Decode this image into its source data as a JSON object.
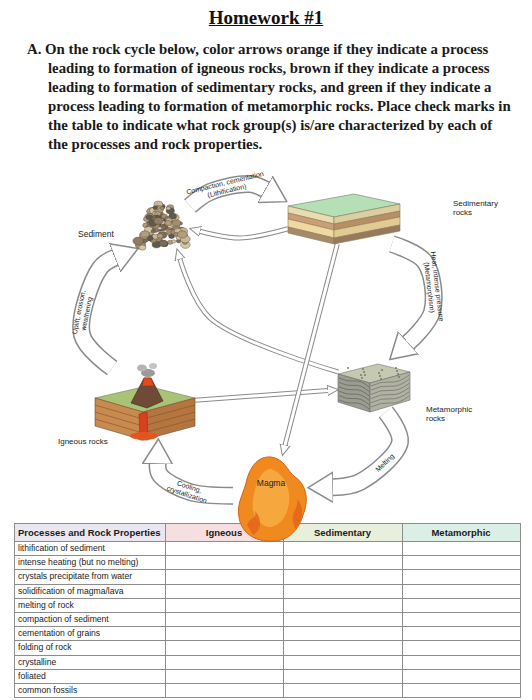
{
  "diagram": {
    "title": "Homework #1",
    "nodes": [
      {
        "text": [
          "Sediment"
        ]
      },
      {
        "text": [
          "Sedimentary rocks"
        ]
      },
      {
        "text": [
          "Igneous rocks"
        ]
      },
      {
        "text": [
          "Metamorphic rocks"
        ]
      },
      {
        "text": [
          "Magma"
        ]
      }
    ],
    "edges": [
      {
        "from": 0,
        "to": 1,
        "label": "Compaction, cementation (Lithification)",
        "arrow": "to"
      },
      {
        "from": 1,
        "to": 3,
        "label": "Heat, intense pressure (Metamorphism)",
        "arrow": "to"
      },
      {
        "from": 3,
        "to": 4,
        "label": "Melting",
        "arrow": "to"
      },
      {
        "from": 4,
        "to": 2,
        "label": "Cooling, crystallization",
        "arrow": "to"
      },
      {
        "from": 2,
        "to": 0,
        "label": "Uplift, erosion, weathering",
        "arrow": "to"
      },
      {
        "from": 1,
        "to": 0,
        "arrow": "to"
      },
      {
        "from": 3,
        "to": 0,
        "arrow": "to"
      },
      {
        "from": 2,
        "to": 3,
        "arrow": "to"
      },
      {
        "from": 1,
        "to": 4,
        "arrow": "to"
      }
    ],
    "labels": [
      "A. On the rock cycle below, color arrows orange if they indicate a process leading to formation of igneous rocks, brown if they indicate a process leading to formation of sedimentary rocks, and green if they indicate a process leading to formation of metamorphic rocks. Place check marks in the table to indicate what rock group(s) is/are characterized by each of the processes and rock properties.",
      "Processes and Rock Properties",
      "Igneous",
      "Sedimentary",
      "Metamorphic",
      "lithification of sediment",
      "intense heating (but no melting)",
      "crystals precipitate from water",
      "solidification of magma/lava",
      "melting of rock",
      "compaction of sediment",
      "cementation of grains",
      "folding of rock",
      "crystalline",
      "foliated",
      "common fossils"
    ]
  }
}
